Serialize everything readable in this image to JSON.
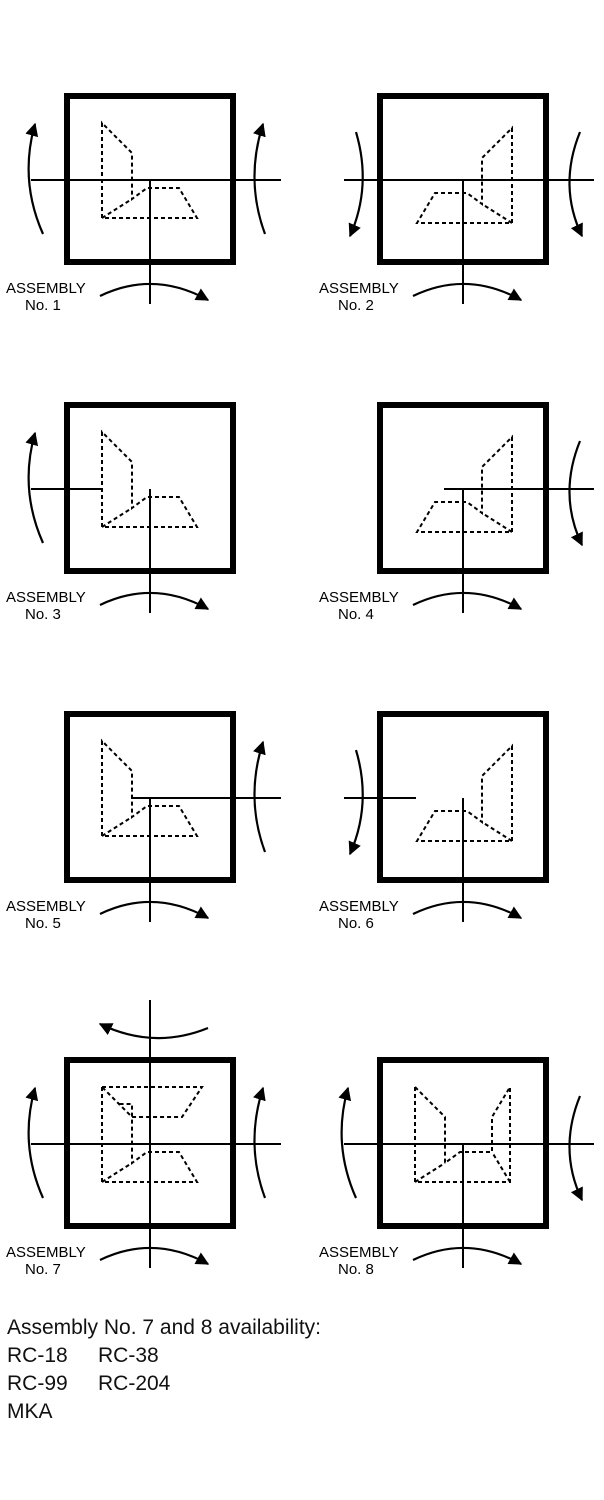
{
  "assemblies": [
    {
      "line1": "ASSEMBLY",
      "line2": "No. 1"
    },
    {
      "line1": "ASSEMBLY",
      "line2": "No. 2"
    },
    {
      "line1": "ASSEMBLY",
      "line2": "No. 3"
    },
    {
      "line1": "ASSEMBLY",
      "line2": "No. 4"
    },
    {
      "line1": "ASSEMBLY",
      "line2": "No. 5"
    },
    {
      "line1": "ASSEMBLY",
      "line2": "No. 6"
    },
    {
      "line1": "ASSEMBLY",
      "line2": "No. 7"
    },
    {
      "line1": "ASSEMBLY",
      "line2": "No. 8"
    }
  ],
  "availability": {
    "heading": "Assembly No. 7 and 8 availability:",
    "models": [
      "RC-18",
      "RC-38",
      "RC-99",
      "RC-204",
      "MKA"
    ]
  },
  "colors": {
    "ink": "#000000",
    "background": "#ffffff"
  }
}
